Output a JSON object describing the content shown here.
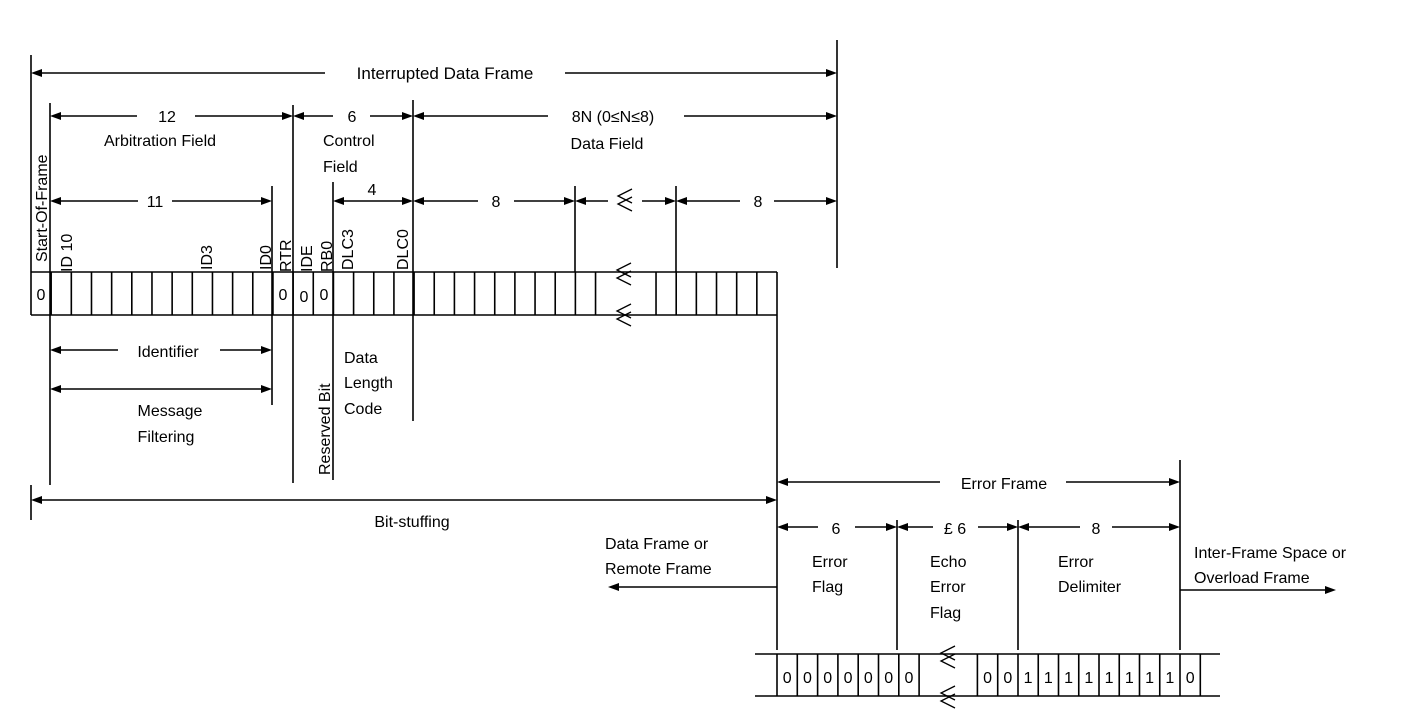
{
  "labels": {
    "interrupted_data_frame": "Interrupted Data Frame",
    "arbitration_count": "12",
    "arbitration_field": "Arbitration Field",
    "control_count": "6",
    "control_field_line1": "Control",
    "control_field_line2": "Field",
    "data_count": "8N (0≤N≤8)",
    "data_field": "Data Field",
    "start_of_frame": "Start-Of-Frame",
    "id_count": "11",
    "dlc_count": "4",
    "data_byte_first": "8",
    "data_byte_last": "8",
    "id10": "ID 10",
    "id3": "ID3",
    "id0": "ID0",
    "rtr": "RTR",
    "ide": "IDE",
    "rb0": "RB0",
    "dlc3": "DLC3",
    "dlc0": "DLC0",
    "identifier": "Identifier",
    "message_filtering_line1": "Message",
    "message_filtering_line2": "Filtering",
    "reserved_bit": "Reserved Bit",
    "dlc_line1": "Data",
    "dlc_line2": "Length",
    "dlc_line3": "Code",
    "bit_stuffing": "Bit-stuffing",
    "error_frame": "Error Frame",
    "error_flag_count": "6",
    "echo_count": "£ 6",
    "delimiter_count": "8",
    "error_flag_line1": "Error",
    "error_flag_line2": "Flag",
    "echo_line1": "Echo",
    "echo_line2": "Error",
    "echo_line3": "Flag",
    "delimiter_line1": "Error",
    "delimiter_line2": "Delimiter",
    "data_or_remote_line1": "Data Frame or",
    "data_or_remote_line2": "Remote Frame",
    "ifs_line1": "Inter-Frame Space or",
    "ifs_line2": "Overload Frame"
  },
  "data_frame_bits": {
    "sof": "0",
    "rtr": "0",
    "ide": "0",
    "rb0": "0"
  },
  "error_frame_bits": {
    "flag": [
      "0",
      "0",
      "0",
      "0",
      "0",
      "0",
      "0"
    ],
    "echo_tail": [
      "0",
      "0"
    ],
    "delimiter": [
      "1",
      "1",
      "1",
      "1",
      "1",
      "1",
      "1",
      "1"
    ],
    "next": "0"
  }
}
